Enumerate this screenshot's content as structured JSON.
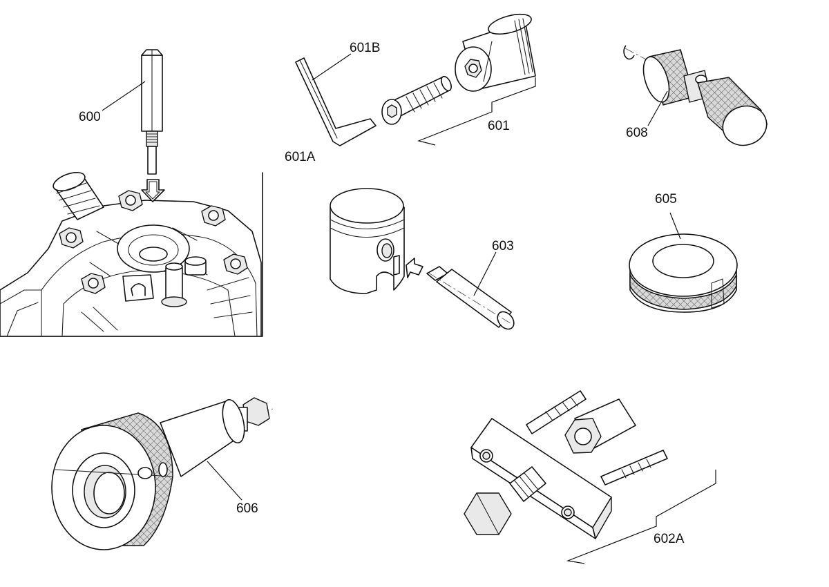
{
  "labels": {
    "tool_600": "600",
    "tool_601": "601",
    "tool_601A": "601A",
    "tool_601B": "601B",
    "tool_602A": "602A",
    "tool_603": "603",
    "tool_605": "605",
    "tool_606": "606",
    "tool_608": "608"
  },
  "colors": {
    "line": "#111111",
    "background": "#ffffff"
  }
}
